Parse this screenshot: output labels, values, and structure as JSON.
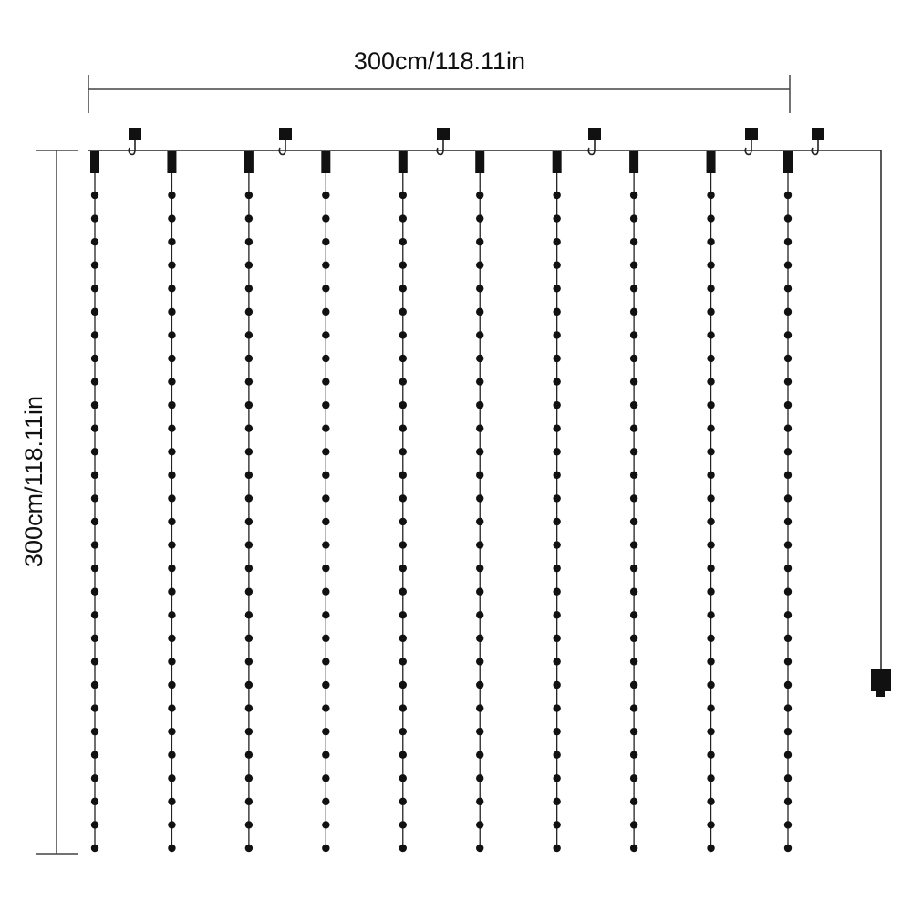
{
  "dimensions": {
    "width_label": "300cm/118.11in",
    "height_label": "300cm/118.11in"
  },
  "curtain": {
    "strand_count": 10,
    "bulbs_per_strand": 29,
    "hook_count": 6,
    "has_power_plug": true
  },
  "colors": {
    "line": "#222222",
    "bulb": "#111111",
    "background": "#ffffff"
  }
}
